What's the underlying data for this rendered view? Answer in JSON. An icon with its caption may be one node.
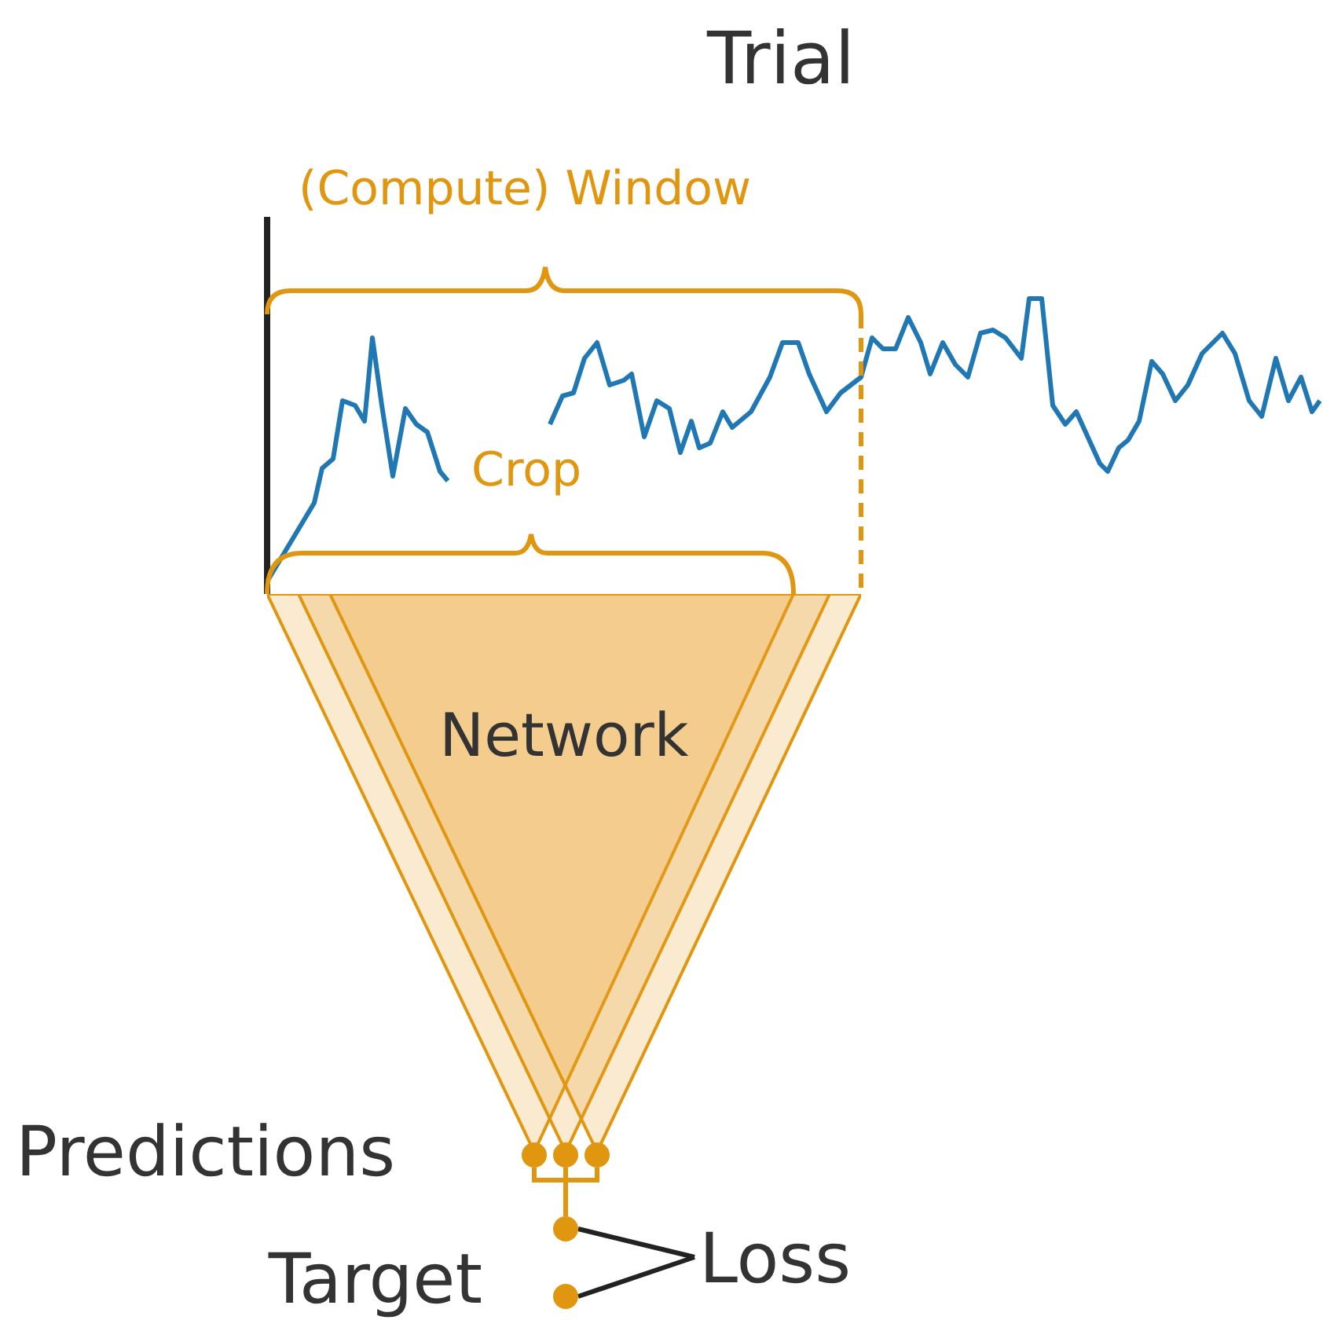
{
  "diagram": {
    "nodes": [
      {
        "text": [
          "Network"
        ]
      },
      {
        "text": [],
        "shape": "circle"
      },
      {
        "text": [],
        "shape": "circle"
      },
      {
        "text": [],
        "shape": "circle"
      },
      {
        "text": [],
        "shape": "circle"
      },
      {
        "text": [],
        "shape": "circle",
        "beside": [
          "Target"
        ]
      },
      {
        "text": [
          "Loss"
        ]
      }
    ],
    "edges": [
      {
        "from": 1,
        "to": 4,
        "arrow": "none",
        "color": "#e0960f"
      },
      {
        "from": 2,
        "to": 4,
        "arrow": "none",
        "color": "#e0960f"
      },
      {
        "from": 3,
        "to": 4,
        "arrow": "none",
        "color": "#e0960f"
      },
      {
        "from": 4,
        "to": 6,
        "arrow": "none",
        "color": "#222222"
      },
      {
        "from": 5,
        "to": 6,
        "arrow": "none",
        "color": "#222222"
      }
    ],
    "labels": [
      "Trial",
      "(Compute) Window",
      "Crop",
      "Predictions"
    ]
  }
}
